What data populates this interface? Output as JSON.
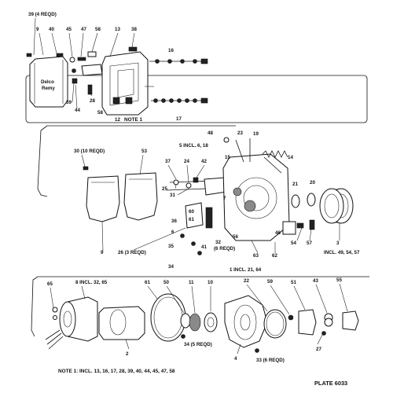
{
  "diagram": {
    "plate": "PLATE 6033",
    "note_marker": "NOTE 1",
    "footnote": "NOTE 1:  INCL. 13, 16, 17, 28, 39, 40, 44, 45, 47, 58",
    "solenoid_brand": [
      "Delco",
      "Remy"
    ],
    "labels": {
      "top": [
        "39 (4 REQD)",
        "9",
        "40",
        "45",
        "47",
        "58",
        "13",
        "38",
        "16",
        "39",
        "44",
        "28",
        "12",
        "58",
        "17"
      ],
      "middle": [
        "5 INCL. 6, 18",
        "48",
        "23",
        "19",
        "14",
        "15",
        "30 (10 REQD)",
        "53",
        "37",
        "24",
        "42",
        "25",
        "31",
        "7",
        "21",
        "20",
        "60",
        "61",
        "36",
        "26 (3 REQD)",
        "32",
        "(6 REQD)",
        "56",
        "1 INCL. 21, 64",
        "6",
        "35",
        "62",
        "63",
        "41",
        "46",
        "34",
        "9",
        "54",
        "57",
        "3",
        "INCL. 49, 54, 57"
      ],
      "bottom": [
        "65",
        "8 INCL. 32, 65",
        "61",
        "50",
        "11",
        "10",
        "22",
        "59",
        "51",
        "43",
        "55",
        "2",
        "34 (5 REQD)",
        "4",
        "33 (6 REQD)",
        "27"
      ]
    }
  }
}
